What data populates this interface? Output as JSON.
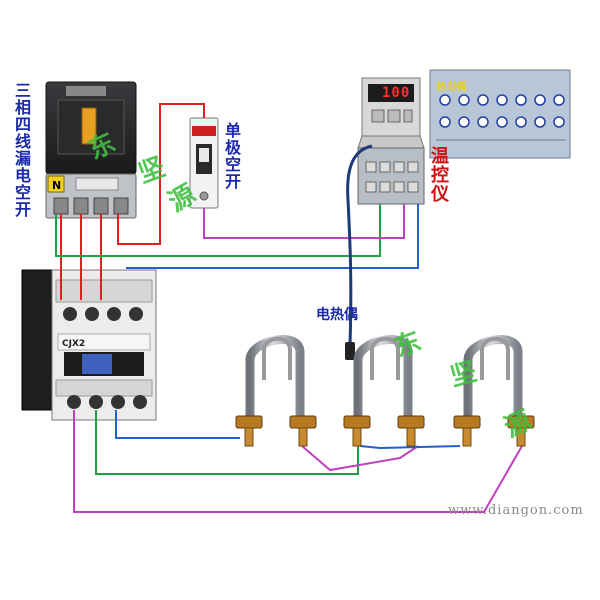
{
  "labels": {
    "breaker_3p4w": "三相四线漏电空开",
    "breaker_1p": "单极空开",
    "temp_controller": "温控仪",
    "thermocouple": "电热偶",
    "terminal_block": "热电偶"
  },
  "controller_display": "100",
  "breaker_n_mark": "N",
  "contactor_model": "CJX2",
  "seal_text": "东坚源",
  "watermark": "www.diangon.com",
  "colors": {
    "red_wire": "#e02020",
    "green_wire": "#20a040",
    "blue_wire": "#2060d0",
    "magenta_wire": "#c040c0",
    "label_blue": "#1a2aa8",
    "label_red": "#d01010",
    "seal_green": "#3fbf3f"
  },
  "icons": [
    "leakage-breaker",
    "single-pole-breaker",
    "temperature-controller",
    "thermocouple-probe",
    "ac-contactor",
    "u-shaped-heating-element"
  ]
}
